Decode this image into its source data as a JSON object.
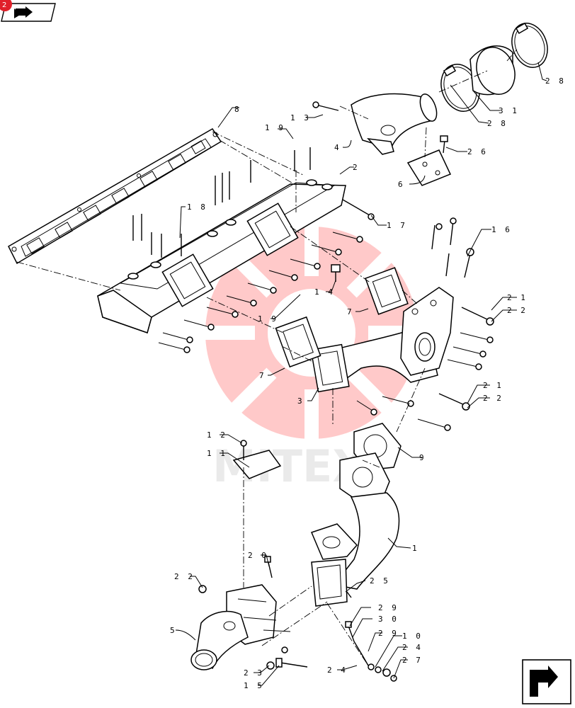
{
  "colors": {
    "badge": "#e0202a",
    "watermark": "#ff4040"
  },
  "corner_badge": {
    "text": "2"
  },
  "nav_icons": {
    "top_left": "back-arrow-icon",
    "bottom_right": "return-arrow-icon"
  },
  "watermark": {
    "text": "MITEX"
  },
  "callouts": [
    {
      "id": "c8",
      "label": "8"
    },
    {
      "id": "c2",
      "label": "2"
    },
    {
      "id": "c13",
      "label": "1 3"
    },
    {
      "id": "c19a",
      "label": "1 9"
    },
    {
      "id": "c4",
      "label": "4"
    },
    {
      "id": "c6",
      "label": "6"
    },
    {
      "id": "c26",
      "label": "2 6"
    },
    {
      "id": "c28a",
      "label": "2 8"
    },
    {
      "id": "c31",
      "label": "3 1"
    },
    {
      "id": "c28b",
      "label": "2 8"
    },
    {
      "id": "c17",
      "label": "1 7"
    },
    {
      "id": "c18",
      "label": "1 8"
    },
    {
      "id": "c16",
      "label": "1 6"
    },
    {
      "id": "c14",
      "label": "1 4"
    },
    {
      "id": "c19b",
      "label": "1 9"
    },
    {
      "id": "c7a",
      "label": "7"
    },
    {
      "id": "c21a",
      "label": "2 1"
    },
    {
      "id": "c22a",
      "label": "2 2"
    },
    {
      "id": "c7b",
      "label": "7"
    },
    {
      "id": "c3",
      "label": "3"
    },
    {
      "id": "c21b",
      "label": "2 1"
    },
    {
      "id": "c22b",
      "label": "2 2"
    },
    {
      "id": "c12",
      "label": "1 2"
    },
    {
      "id": "c11",
      "label": "1 1"
    },
    {
      "id": "c9",
      "label": "9"
    },
    {
      "id": "c1",
      "label": "1"
    },
    {
      "id": "c20",
      "label": "2 0"
    },
    {
      "id": "c22c",
      "label": "2 2"
    },
    {
      "id": "c25",
      "label": "2 5"
    },
    {
      "id": "c29a",
      "label": "2 9"
    },
    {
      "id": "c30",
      "label": "3 0"
    },
    {
      "id": "c29b",
      "label": "2 9"
    },
    {
      "id": "c10",
      "label": "1 0"
    },
    {
      "id": "c24a",
      "label": "2 4"
    },
    {
      "id": "c27",
      "label": "2 7"
    },
    {
      "id": "c24b",
      "label": "2 4"
    },
    {
      "id": "c5",
      "label": "5"
    },
    {
      "id": "c23",
      "label": "2 3"
    },
    {
      "id": "c15",
      "label": "1 5"
    }
  ]
}
